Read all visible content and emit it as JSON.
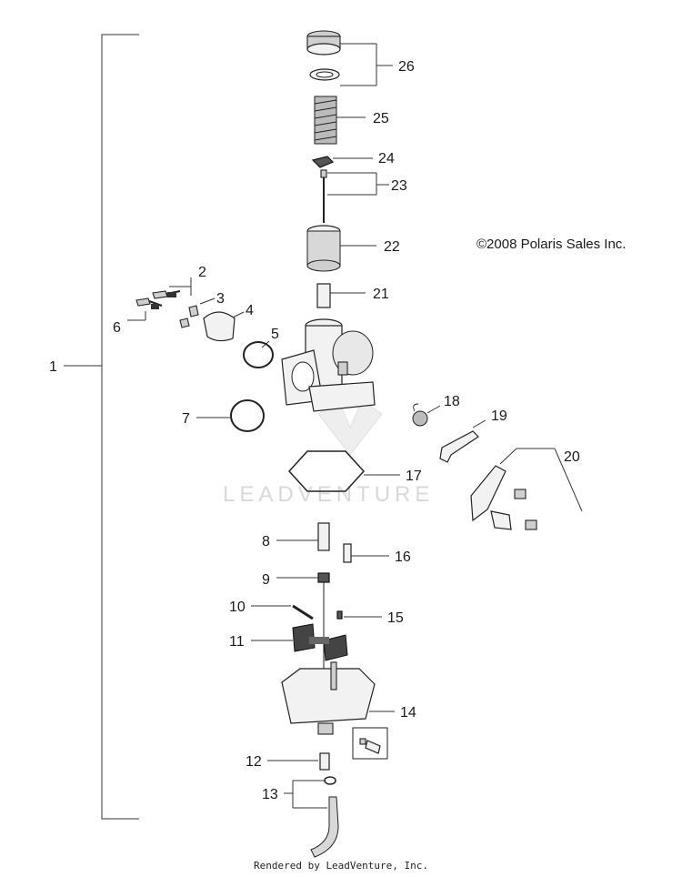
{
  "copyright": "©2008 Polaris Sales Inc.",
  "watermark": "LEADVENTURE",
  "footer": "Rendered by LeadVenture, Inc.",
  "callouts": [
    "1",
    "2",
    "3",
    "4",
    "5",
    "6",
    "7",
    "8",
    "9",
    "10",
    "11",
    "12",
    "13",
    "14",
    "15",
    "16",
    "17",
    "18",
    "19",
    "20",
    "21",
    "22",
    "23",
    "24",
    "25",
    "26"
  ]
}
